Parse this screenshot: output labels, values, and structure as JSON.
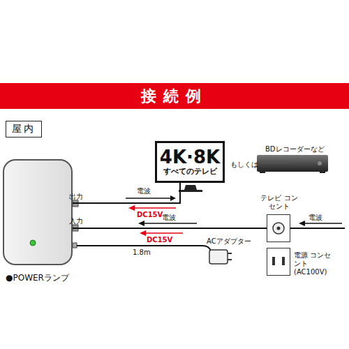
{
  "diagram": {
    "title": "接続例",
    "nodes": [
      {
        "text": [
          "屋内"
        ]
      },
      {
        "text": [
          "●POWERランプ"
        ]
      },
      {
        "text": [
          "4K·8K",
          "すべてのテレビ"
        ]
      },
      {
        "text": [
          "テレビ コンセント"
        ]
      },
      {
        "text": [
          "電源 コンセント (AC100V)"
        ]
      }
    ],
    "edges": [
      {
        "from": 1,
        "to": 2,
        "arrow": "none"
      },
      {
        "from": 3,
        "to": 1,
        "arrow": "none"
      }
    ],
    "labels": [
      "出力",
      "入力",
      "電波",
      "DC15V",
      "電波",
      "DC15V",
      "電波",
      "もしくは",
      "BDレコーダーなど",
      "ACアダプター",
      "1.8m"
    ]
  }
}
